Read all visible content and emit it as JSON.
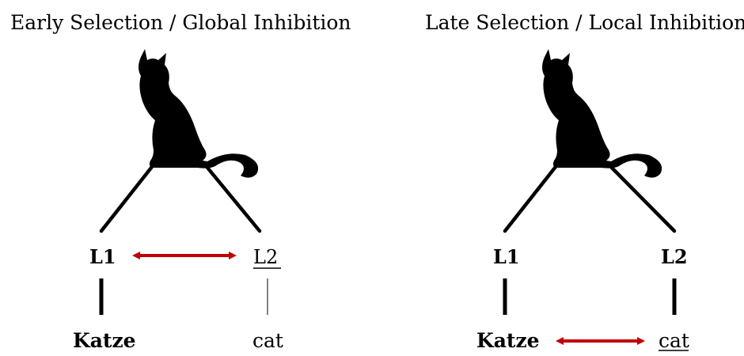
{
  "colors": {
    "arrow": "#c00000",
    "ink": "#000000",
    "background": "#ffffff"
  },
  "icons": [
    "cat-silhouette-icon",
    "double-arrow-icon"
  ],
  "panels": [
    {
      "title": "Early Selection / Global Inhibition",
      "l1_label": "L1",
      "l2_label": "L2",
      "l1_word": "Katze",
      "l2_word": "cat",
      "inhibition": "between language nodes",
      "selected_language": "L1",
      "l2_node_underlined": true,
      "l2_word_underlined": false
    },
    {
      "title": "Late Selection / Local Inhibition",
      "l1_label": "L1",
      "l2_label": "L2",
      "l1_word": "Katze",
      "l2_word": "cat",
      "inhibition": "between words",
      "selected_language": "L1",
      "l2_node_underlined": false,
      "l2_word_underlined": true
    }
  ]
}
